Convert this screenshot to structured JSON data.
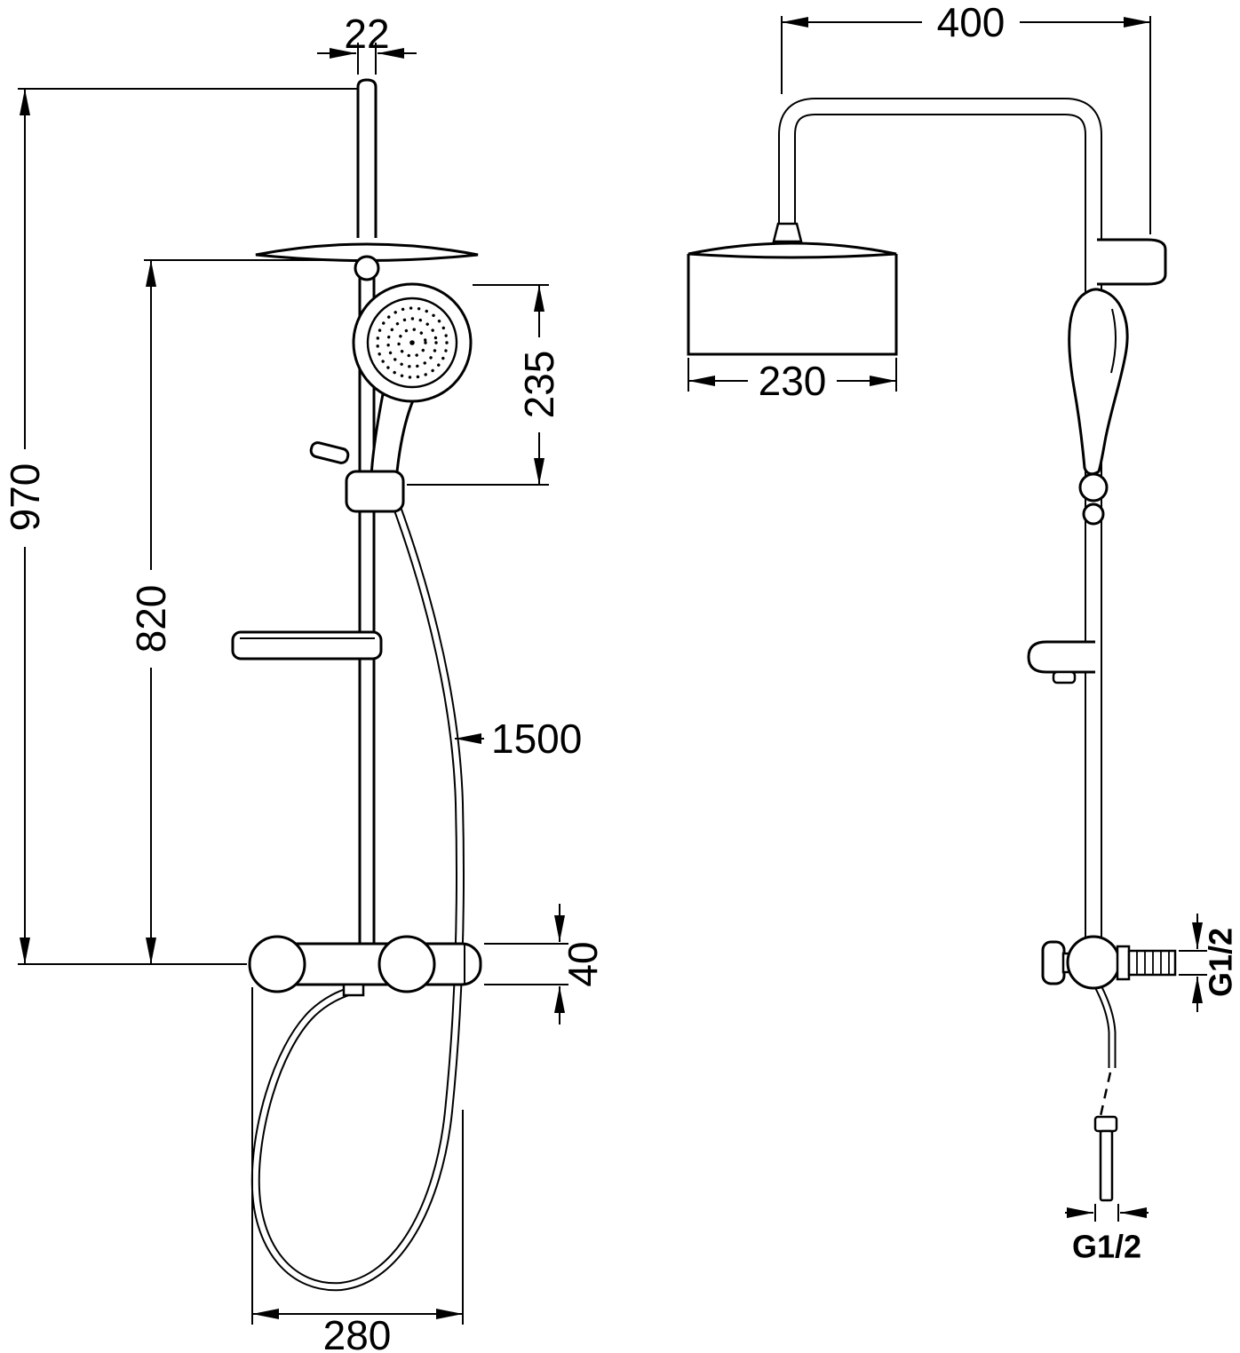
{
  "drawing": {
    "dimensions": {
      "pipe_width": "22",
      "overall_height": "970",
      "column_height": "820",
      "hand_shower_length": "235",
      "hose_length": "1500",
      "mixer_height": "40",
      "hose_loop_width": "280",
      "arm_reach": "400",
      "head_diameter": "230",
      "inlet_thread": "G1/2",
      "hose_thread": "G1/2"
    }
  }
}
